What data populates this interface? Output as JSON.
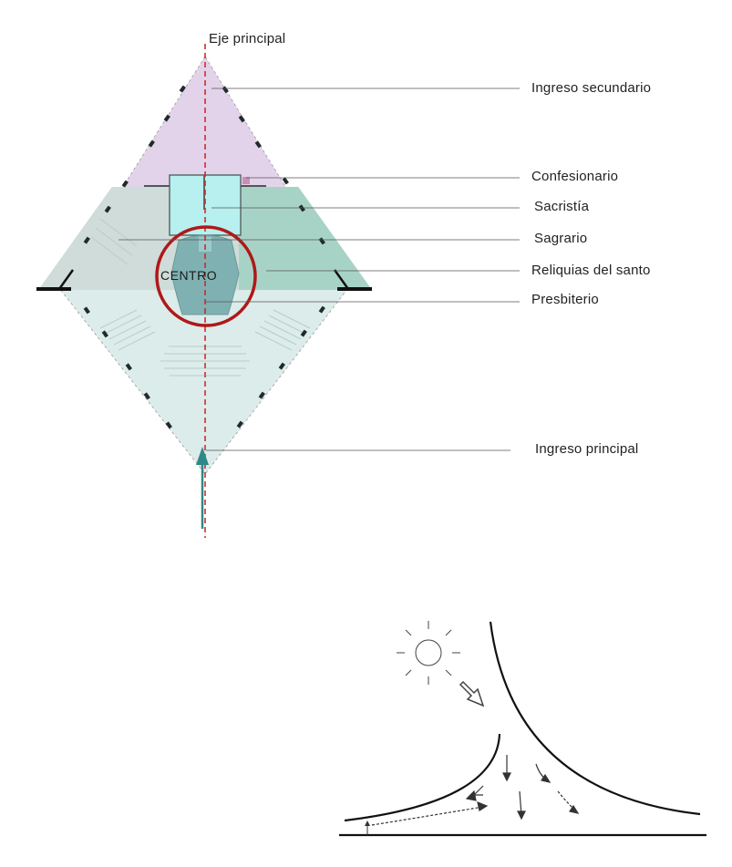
{
  "plan": {
    "axis_label": "Eje principal",
    "center_label": "CENTRO",
    "labels": {
      "ingreso_secundario": "Ingreso secundario",
      "confesionario": "Confesionario",
      "sacristia": "Sacristía",
      "sagrario": "Sagrario",
      "reliquias": "Reliquias del santo",
      "presbiterio": "Presbiterio",
      "ingreso_principal": "Ingreso principal"
    },
    "colors": {
      "upper_zone": "#e3d3ea",
      "side_zone": "#cfdcd9",
      "teal_zone": "#a7d3c6",
      "lower_zone": "#dcecea",
      "sacristy": "#b7f0ef",
      "center_mass": "#7fb1b3",
      "axis": "#cc2222",
      "circle": "#b01818",
      "arrow": "#2d8a86"
    }
  }
}
